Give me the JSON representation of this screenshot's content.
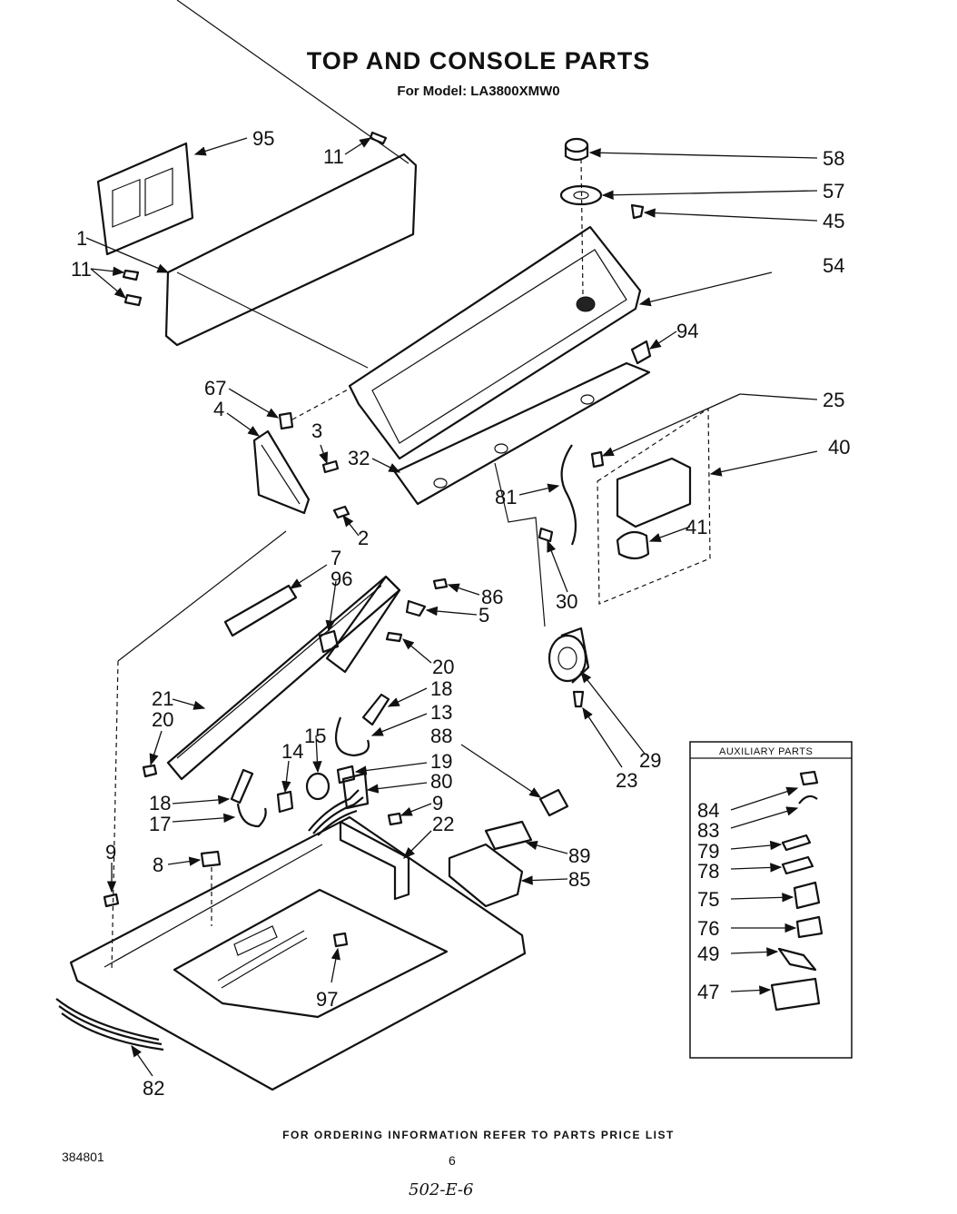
{
  "title": "TOP AND CONSOLE PARTS",
  "subtitle": "For Model: LA3800XMW0",
  "auxiliary_parts_title": "AUXILIARY PARTS",
  "footer": "FOR ORDERING INFORMATION REFER TO PARTS PRICE LIST",
  "doc_number": "384801",
  "page_number": "6",
  "handwritten_note": "502-E-6",
  "part_labels": {
    "p95": "95",
    "p11a": "11",
    "p1": "1",
    "p11b": "11",
    "p67": "67",
    "p4": "4",
    "p3": "3",
    "p32": "32",
    "p2": "2",
    "p58": "58",
    "p57": "57",
    "p45": "45",
    "p54": "54",
    "p94": "94",
    "p25": "25",
    "p40": "40",
    "p81": "81",
    "p41": "41",
    "p30": "30",
    "p7": "7",
    "p96": "96",
    "p86": "86",
    "p5": "5",
    "p20a": "20",
    "p21": "21",
    "p20b": "20",
    "p18a": "18",
    "p13": "13",
    "p15": "15",
    "p14": "14",
    "p88": "88",
    "p19": "19",
    "p80": "80",
    "p18b": "18",
    "p17": "17",
    "p9a": "9",
    "p22": "22",
    "p9b": "9",
    "p8": "8",
    "p89": "89",
    "p85": "85",
    "p97": "97",
    "p82": "82",
    "p29": "29",
    "p23": "23",
    "aux84": "84",
    "aux83": "83",
    "aux79": "79",
    "aux78": "78",
    "aux75": "75",
    "aux76": "76",
    "aux49": "49",
    "aux47": "47"
  }
}
